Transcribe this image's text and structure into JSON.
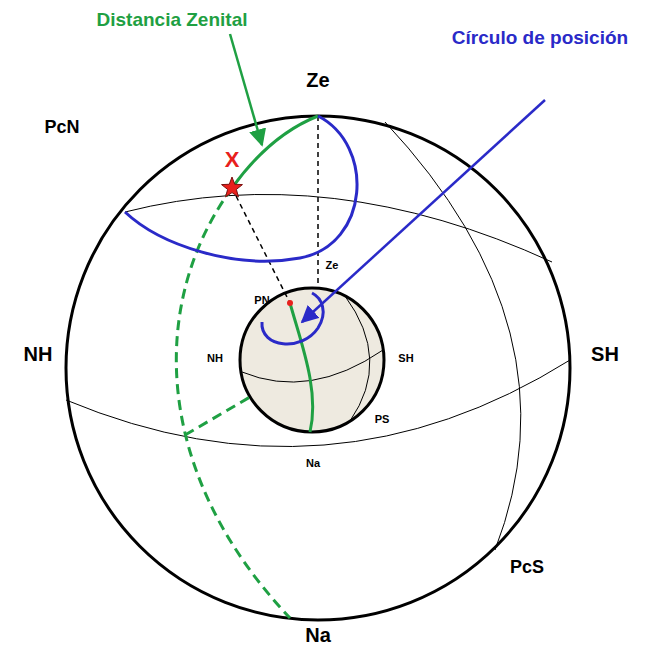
{
  "diagram": {
    "labels": [
      "Distancia Zenital",
      "Círculo de posición",
      "Ze",
      "PcN",
      "X",
      "NH",
      "SH",
      "Ze",
      "PN",
      "NH",
      "SH",
      "PS",
      "Na",
      "PcS",
      "Na"
    ]
  }
}
